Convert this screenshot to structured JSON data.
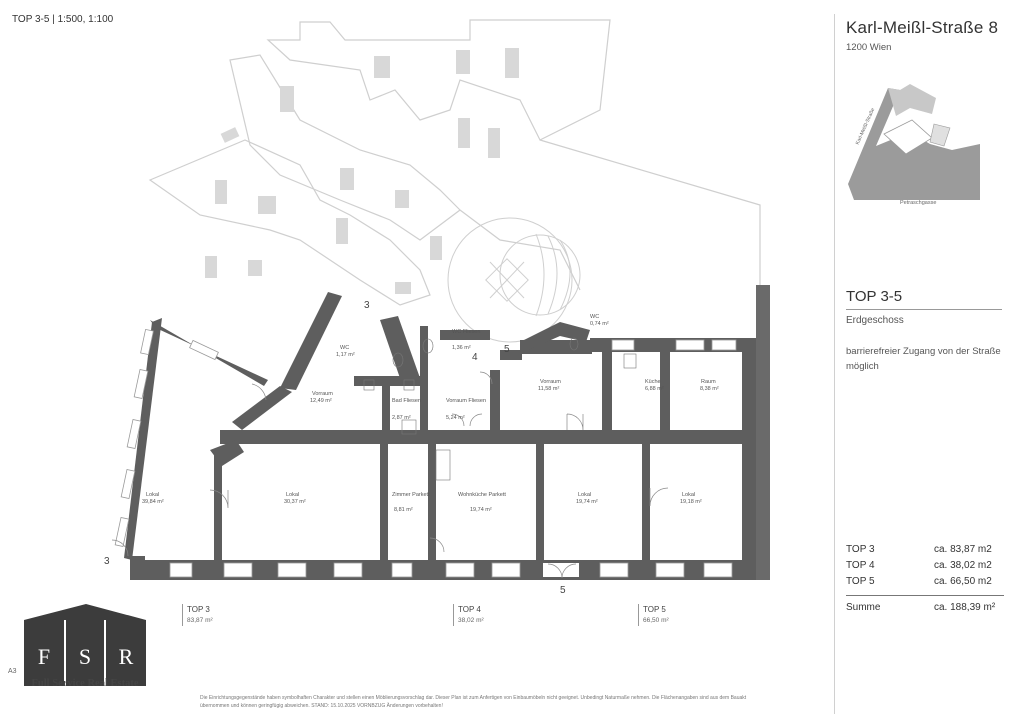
{
  "sheet": {
    "scale_label": "TOP 3-5 | 1:500, 1:100",
    "code": "A3"
  },
  "header": {
    "address": "Karl-Meißl-Straße 8",
    "city": "1200 Wien"
  },
  "site_plan": {
    "street_label_1": "Karl-Meißl-Straße",
    "street_label_2": "Petraschgasse"
  },
  "unit": {
    "title": "TOP 3-5",
    "floor": "Erdgeschoss",
    "access_note": "barrierefreier Zugang von der Straße möglich"
  },
  "areas": {
    "rows": [
      {
        "label": "TOP 3",
        "value": "ca. 83,87 m2"
      },
      {
        "label": "TOP 4",
        "value": "ca. 38,02 m2"
      },
      {
        "label": "TOP 5",
        "value": "ca. 66,50 m2"
      }
    ],
    "sum_label": "Summe",
    "sum_value": "ca. 188,39 m²"
  },
  "top_labels": [
    {
      "name": "TOP 3",
      "area": "83,87 m²"
    },
    {
      "name": "TOP 4",
      "area": "38,02 m²"
    },
    {
      "name": "TOP 5",
      "area": "66,50 m²"
    }
  ],
  "rooms": {
    "wc1": {
      "name": "WC",
      "area": "1,17 m²"
    },
    "vorraum1": {
      "name": "Vorraum",
      "area": "12,49 m²"
    },
    "bad": {
      "name": "Bad Fliesen",
      "area": "2,87 m²"
    },
    "wc2": {
      "name": "WC Fliesen",
      "area": "1,36 m²"
    },
    "vorraum2": {
      "name": "Vorraum Fliesen",
      "area": "5,24 m²"
    },
    "vorraum3": {
      "name": "Vorraum",
      "area": "11,58 m²"
    },
    "wc3": {
      "name": "WC",
      "area": "0,74 m²"
    },
    "kueche": {
      "name": "Küche",
      "area": "6,88 m²"
    },
    "raum": {
      "name": "Raum",
      "area": "8,38 m²"
    },
    "lokal1": {
      "name": "Lokal",
      "area": "39,84 m²"
    },
    "lokal2": {
      "name": "Lokal",
      "area": "30,37 m²"
    },
    "zimmer": {
      "name": "Zimmer Parkett",
      "area": "8,81 m²"
    },
    "wohnkueche": {
      "name": "Wohnküche Parkett",
      "area": "19,74 m²"
    },
    "lokal3": {
      "name": "Lokal",
      "area": "19,74 m²"
    },
    "lokal4": {
      "name": "Lokal",
      "area": "19,18 m²"
    }
  },
  "entrances": {
    "e3": "3",
    "e4": "4",
    "e5": "5",
    "e5b": "5",
    "e3b": "3"
  },
  "logo": {
    "letters": [
      "F",
      "S",
      "R"
    ],
    "name": "Full Service Real Estate"
  },
  "disclaimer": "Die Einrichtungsgegenstände haben symbolhaften Charakter und stellen einen Möblierungsvorschlag dar. Dieser Plan ist zum Anfertigen von Einbaumöbeln nicht geeignet. Unbedingt Naturmaße nehmen. Die Flächenangaben sind aus dem Bauakt übernommen und können geringfügig abweichen. STAND: 15.10.2025 VORNBZUG Änderungen vorbehalten!",
  "colors": {
    "wall": "#5e5e5e",
    "ghost": "#d4d4d4",
    "logo": "#3c3c3c"
  }
}
